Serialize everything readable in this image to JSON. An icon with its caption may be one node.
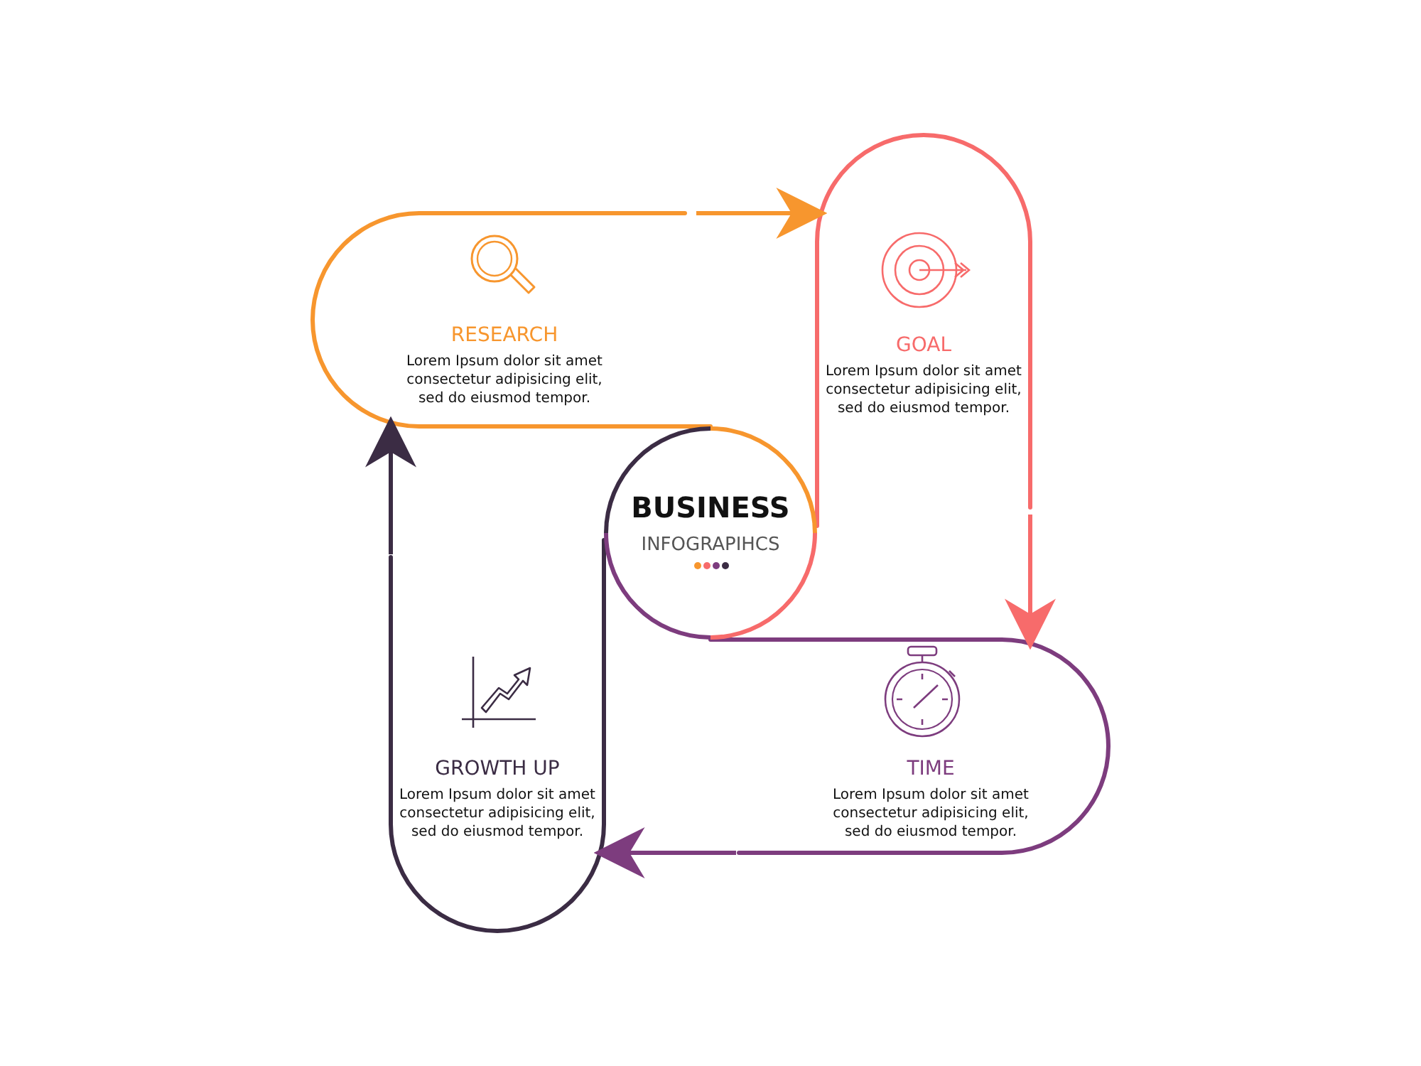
{
  "diagram": {
    "nodes": [
      {
        "text": [
          "BUSINESS",
          "INFOGRAPIHCS"
        ]
      },
      {
        "text": [
          "RESEARCH",
          "Lorem Ipsum dolor sit amet consectetur adipisicing elit, sed do eiusmod tempor."
        ]
      },
      {
        "text": [
          "GOAL",
          "Lorem Ipsum dolor sit amet consectetur adipisicing elit, sed do eiusmod tempor."
        ]
      },
      {
        "text": [
          "TIME",
          "Lorem Ipsum dolor sit amet consectetur adipisicing elit, sed do eiusmod tempor."
        ]
      },
      {
        "text": [
          "GROWTH UP",
          "Lorem Ipsum dolor sit amet consectetur adipisicing elit, sed do eiusmod tempor."
        ]
      }
    ],
    "edges": [
      {
        "from": 1,
        "to": 2,
        "arrow": "to",
        "color": "#f7962e"
      },
      {
        "from": 2,
        "to": 3,
        "arrow": "to",
        "color": "#f76b6b"
      },
      {
        "from": 3,
        "to": 4,
        "arrow": "to",
        "color": "#7d3c7e"
      },
      {
        "from": 4,
        "to": 1,
        "arrow": "to",
        "color": "#3b2c44"
      }
    ]
  }
}
